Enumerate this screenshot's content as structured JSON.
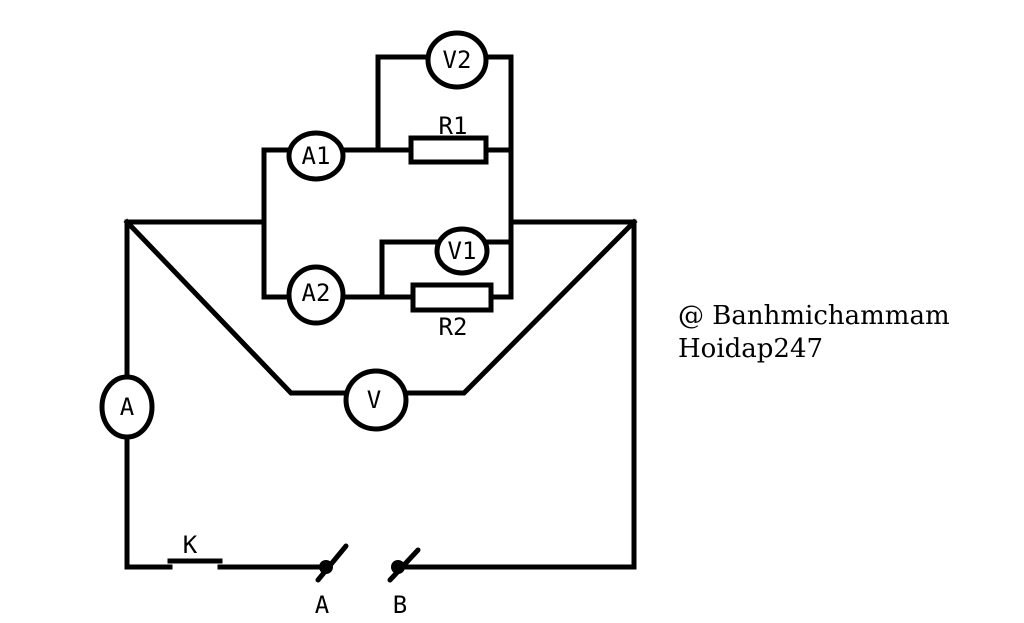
{
  "diagram": {
    "meters": {
      "v2": "V2",
      "a1": "A1",
      "v1": "V1",
      "a2": "A2",
      "v": "V",
      "a": "A"
    },
    "resistors": {
      "r1": "R1",
      "r2": "R2"
    },
    "switch": {
      "k": "K"
    },
    "terminals": {
      "a": "A",
      "b": "B"
    }
  },
  "watermark": {
    "line1": "@ Banhmichammam",
    "line2": "Hoidap247"
  }
}
